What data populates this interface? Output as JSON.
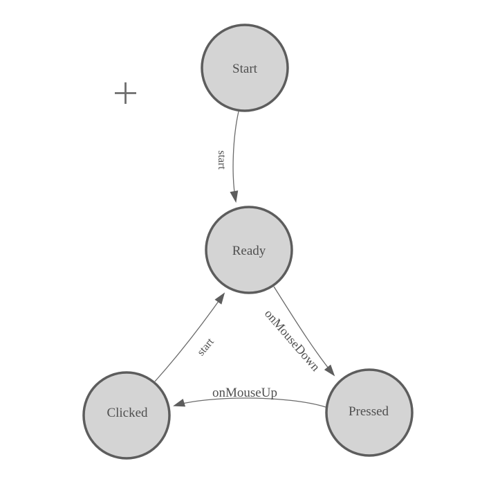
{
  "diagram": {
    "type": "state-machine",
    "nodes": [
      {
        "id": "start",
        "label": "Start"
      },
      {
        "id": "ready",
        "label": "Ready"
      },
      {
        "id": "clicked",
        "label": "Clicked"
      },
      {
        "id": "pressed",
        "label": "Pressed"
      }
    ],
    "edges": [
      {
        "id": "start-to-ready",
        "from": "Start",
        "to": "Ready",
        "label": "start"
      },
      {
        "id": "clicked-to-ready",
        "from": "Clicked",
        "to": "Ready",
        "label": "start"
      },
      {
        "id": "ready-to-pressed",
        "from": "Ready",
        "to": "Pressed",
        "label": "onMouseDown"
      },
      {
        "id": "pressed-to-clicked",
        "from": "Pressed",
        "to": "Clicked",
        "label": "onMouseUp"
      }
    ],
    "colors": {
      "node_fill": "#d4d4d4",
      "node_stroke": "#5d5d5d",
      "edge_stroke": "#6a6a6a",
      "arrow_fill": "#5d5d5d",
      "label_color": "#4f4f4f",
      "cursor_color": "#6e6e6e",
      "canvas_bg": "#ffffff"
    },
    "cursor": {
      "icon": "plus-crosshair"
    }
  }
}
